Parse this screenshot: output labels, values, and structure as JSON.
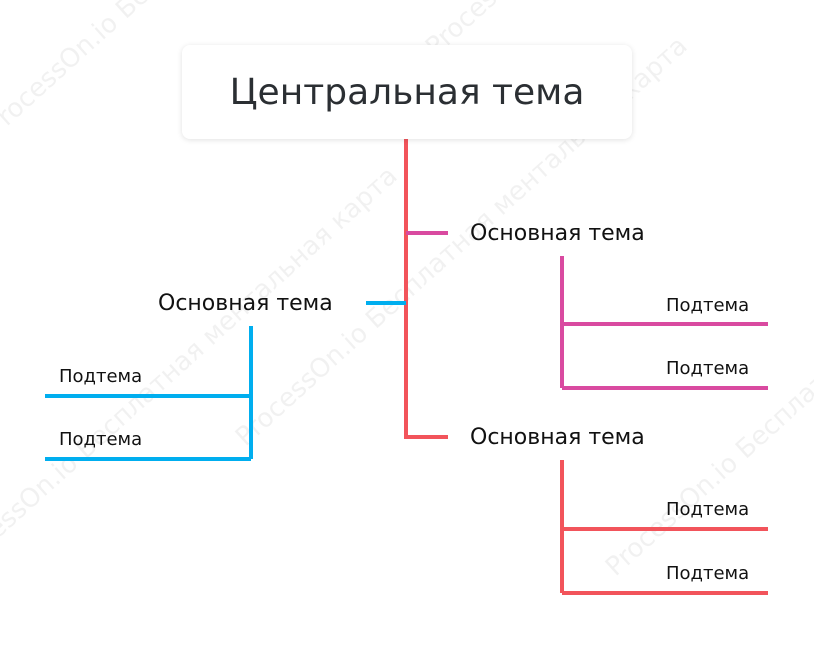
{
  "central_topic": "Центральная тема",
  "branches": [
    {
      "label": "Основная тема",
      "color": "#d94aa0",
      "subtopics": [
        "Подтема",
        "Подтема"
      ]
    },
    {
      "label": "Основная тема",
      "color": "#00aeef",
      "subtopics": [
        "Подтема",
        "Подтема"
      ]
    },
    {
      "label": "Основная тема",
      "color": "#f2545b",
      "subtopics": [
        "Подтема",
        "Подтема"
      ]
    }
  ],
  "trunk_color": "#f2545b",
  "watermark": "ProcessOn.io Бесплатная ментальная карта"
}
